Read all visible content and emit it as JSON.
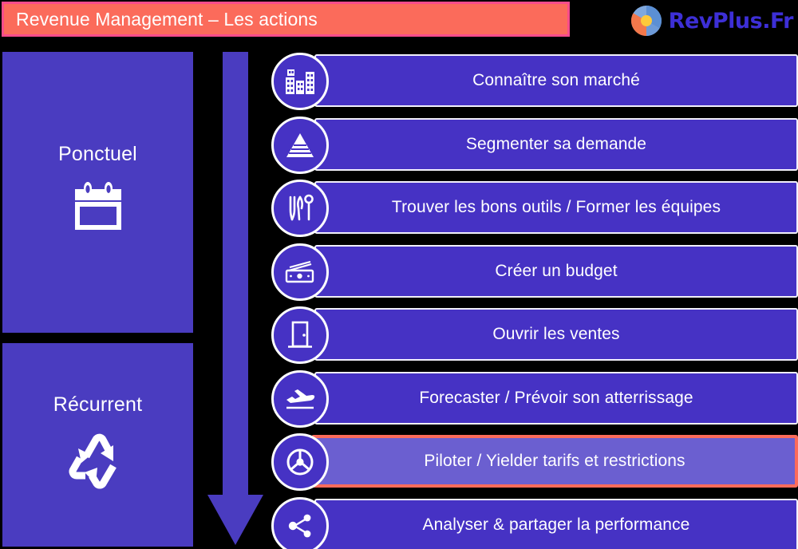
{
  "header": {
    "title": "Revenue Management – Les actions",
    "title_bg": "#fb6b5b",
    "title_border": "#f84c8c",
    "logo_text": "RevPlus.Fr",
    "logo_icon": "pie-circle-icon",
    "logo_color": "#3d2fd6"
  },
  "categories": [
    {
      "label": "Ponctuel",
      "icon": "calendar-icon"
    },
    {
      "label": "Récurrent",
      "icon": "recycle-icon"
    }
  ],
  "flow": {
    "arrow_icon": "arrow-down-icon",
    "arrow_color": "#4a3cc0"
  },
  "actions": [
    {
      "label": "Connaître son marché",
      "icon": "buildings-icon",
      "highlighted": false
    },
    {
      "label": "Segmenter sa demande",
      "icon": "pyramid-icon",
      "highlighted": false
    },
    {
      "label": "Trouver les bons outils / Former les équipes",
      "icon": "tools-icon",
      "highlighted": false
    },
    {
      "label": "Créer un budget",
      "icon": "money-icon",
      "highlighted": false
    },
    {
      "label": "Ouvrir les ventes",
      "icon": "door-icon",
      "highlighted": false
    },
    {
      "label": "Forecaster / Prévoir son atterrissage",
      "icon": "plane-landing-icon",
      "highlighted": false
    },
    {
      "label": "Piloter / Yielder tarifs et restrictions",
      "icon": "steering-wheel-icon",
      "highlighted": true
    },
    {
      "label": "Analyser & partager la performance",
      "icon": "share-icon",
      "highlighted": false
    }
  ],
  "colors": {
    "row_fill": "#4632c4",
    "row_highlight_fill": "#6b5fd0",
    "row_highlight_border": "#fb6b5b",
    "block_fill": "#4a3cc0",
    "background": "#000000",
    "text": "#ffffff"
  }
}
